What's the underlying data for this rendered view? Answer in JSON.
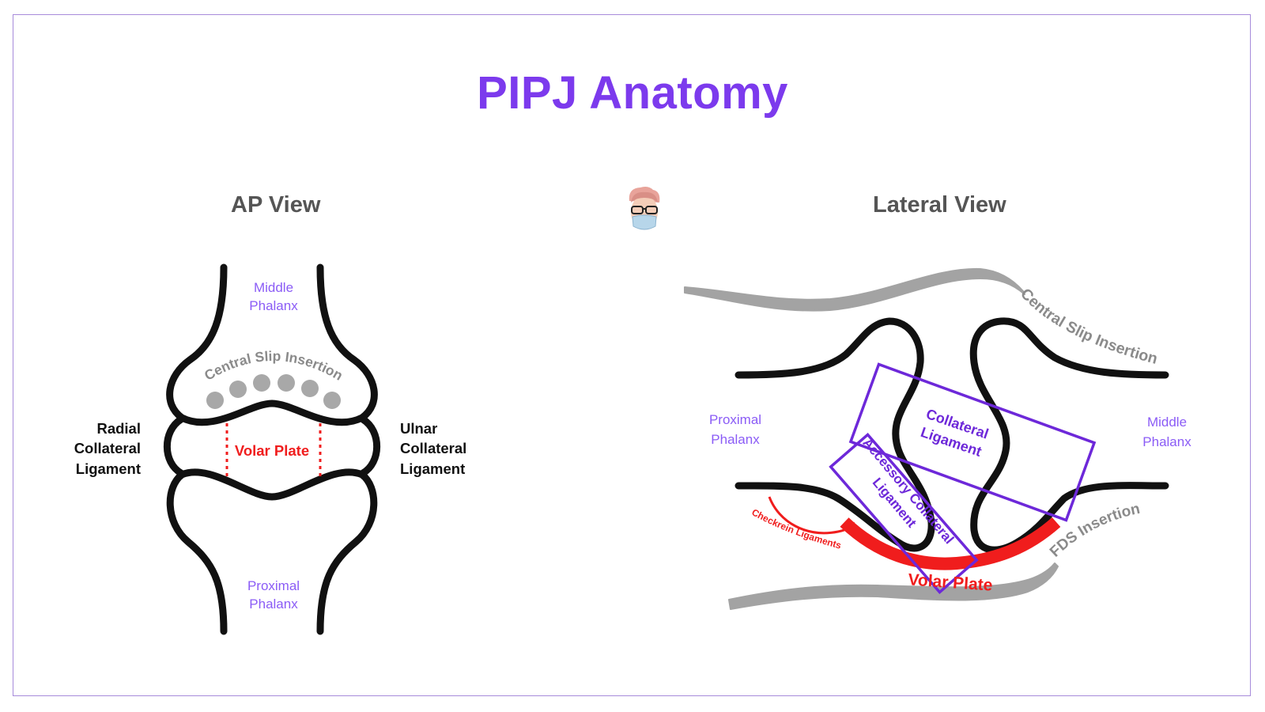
{
  "title": "PIPJ Anatomy",
  "ap_view": {
    "heading": "AP View",
    "middle_phalanx": [
      "Middle",
      "Phalanx"
    ],
    "proximal_phalanx": [
      "Proximal",
      "Phalanx"
    ],
    "central_slip": "Central Slip Insertion",
    "volar_plate": "Volar Plate",
    "radial_ligament": [
      "Radial",
      "Collateral",
      "Ligament"
    ],
    "ulnar_ligament": [
      "Ulnar",
      "Collateral",
      "Ligament"
    ]
  },
  "lateral_view": {
    "heading": "Lateral View",
    "proximal_phalanx": [
      "Proximal",
      "Phalanx"
    ],
    "middle_phalanx": [
      "Middle",
      "Phalanx"
    ],
    "central_slip": "Central Slip Insertion",
    "collateral_ligament": [
      "Collateral",
      "Ligament"
    ],
    "accessory_ligament": [
      "Accessory Collateral",
      "Ligament"
    ],
    "checkrein": "Checkrein Ligaments",
    "volar_plate": "Volar Plate",
    "fds": "FDS Insertion"
  },
  "colors": {
    "purple": "#7c3aed",
    "label_purple": "#8b5cf6",
    "red": "#f01d1d",
    "gray": "#9a9a9a",
    "bone": "#111111"
  },
  "icons": {
    "avatar": "doctor-avatar-icon"
  }
}
